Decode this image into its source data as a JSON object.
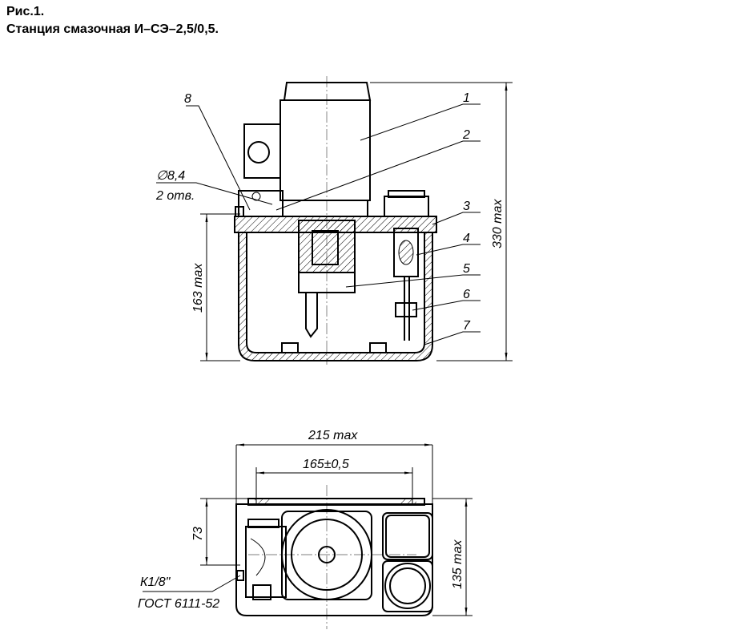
{
  "figure": {
    "number": "Рис.1.",
    "caption": "Станция смазочная И–СЭ–2,5/0,5."
  },
  "front_view": {
    "callouts": [
      "1",
      "2",
      "3",
      "4",
      "5",
      "6",
      "7",
      "8"
    ],
    "hole_diameter": "∅8,4",
    "hole_count": "2 отв.",
    "height_total": "330 max",
    "height_reservoir": "163 max"
  },
  "plan_view": {
    "width_total": "215 max",
    "mounting_spacing": "165±0,5",
    "offset": "73",
    "depth_total": "135 max",
    "thread": "К1/8\"",
    "standard": "ГОСТ 6111-52"
  }
}
